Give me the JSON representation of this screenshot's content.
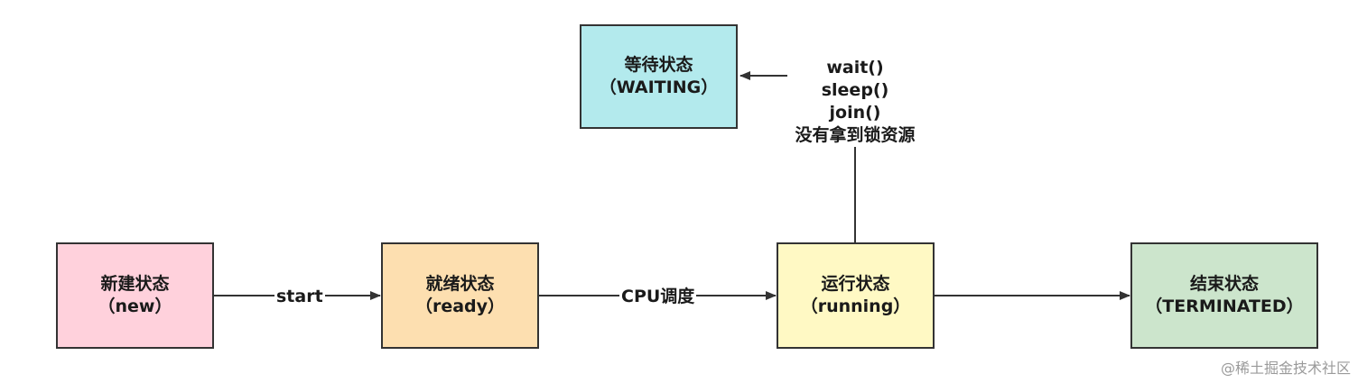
{
  "states": {
    "new": {
      "name": "新建状态",
      "sub": "（new）"
    },
    "ready": {
      "name": "就绪状态",
      "sub": "（ready）"
    },
    "running": {
      "name": "运行状态",
      "sub": "（running）"
    },
    "terminated": {
      "name": "结束状态",
      "sub": "（TERMINATED）"
    },
    "waiting": {
      "name": "等待状态",
      "sub": "（WAITING）"
    }
  },
  "transitions": {
    "start": "start",
    "cpu": "CPU调度",
    "to_waiting": [
      "wait()",
      "sleep()",
      "join()",
      "没有拿到锁资源"
    ]
  },
  "watermark": "@稀土掘金技术社区",
  "colors": {
    "new": "#ffd1dc",
    "ready": "#fddfb0",
    "running": "#fff9c4",
    "terminated": "#cce5cc",
    "waiting": "#b3eaed",
    "stroke": "#333333"
  }
}
